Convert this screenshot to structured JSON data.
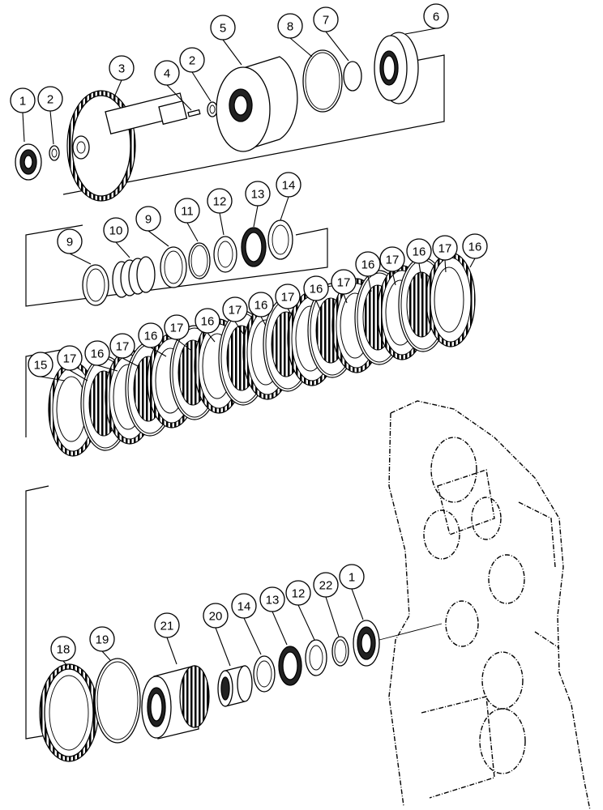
{
  "callouts": [
    {
      "id": "c1a",
      "label": "1"
    },
    {
      "id": "c2a",
      "label": "2"
    },
    {
      "id": "c3",
      "label": "3"
    },
    {
      "id": "c4",
      "label": "4"
    },
    {
      "id": "c2b",
      "label": "2"
    },
    {
      "id": "c5",
      "label": "5"
    },
    {
      "id": "c8",
      "label": "8"
    },
    {
      "id": "c7",
      "label": "7"
    },
    {
      "id": "c6",
      "label": "6"
    },
    {
      "id": "c9a",
      "label": "9"
    },
    {
      "id": "c10",
      "label": "10"
    },
    {
      "id": "c9b",
      "label": "9"
    },
    {
      "id": "c11",
      "label": "11"
    },
    {
      "id": "c12a",
      "label": "12"
    },
    {
      "id": "c13a",
      "label": "13"
    },
    {
      "id": "c14a",
      "label": "14"
    },
    {
      "id": "c15",
      "label": "15"
    },
    {
      "id": "c17a",
      "label": "17"
    },
    {
      "id": "c16a",
      "label": "16"
    },
    {
      "id": "c17b",
      "label": "17"
    },
    {
      "id": "c16b",
      "label": "16"
    },
    {
      "id": "c17c",
      "label": "17"
    },
    {
      "id": "c16c",
      "label": "16"
    },
    {
      "id": "c17d",
      "label": "17"
    },
    {
      "id": "c16d",
      "label": "16"
    },
    {
      "id": "c17e",
      "label": "17"
    },
    {
      "id": "c16e",
      "label": "16"
    },
    {
      "id": "c17f",
      "label": "17"
    },
    {
      "id": "c16f",
      "label": "16"
    },
    {
      "id": "c17g",
      "label": "17"
    },
    {
      "id": "c16g",
      "label": "16"
    },
    {
      "id": "c17h",
      "label": "17"
    },
    {
      "id": "c16h",
      "label": "16"
    },
    {
      "id": "c18",
      "label": "18"
    },
    {
      "id": "c19",
      "label": "19"
    },
    {
      "id": "c21",
      "label": "21"
    },
    {
      "id": "c20",
      "label": "20"
    },
    {
      "id": "c14b",
      "label": "14"
    },
    {
      "id": "c13b",
      "label": "13"
    },
    {
      "id": "c12b",
      "label": "12"
    },
    {
      "id": "c22",
      "label": "22"
    },
    {
      "id": "c1b",
      "label": "1"
    }
  ]
}
